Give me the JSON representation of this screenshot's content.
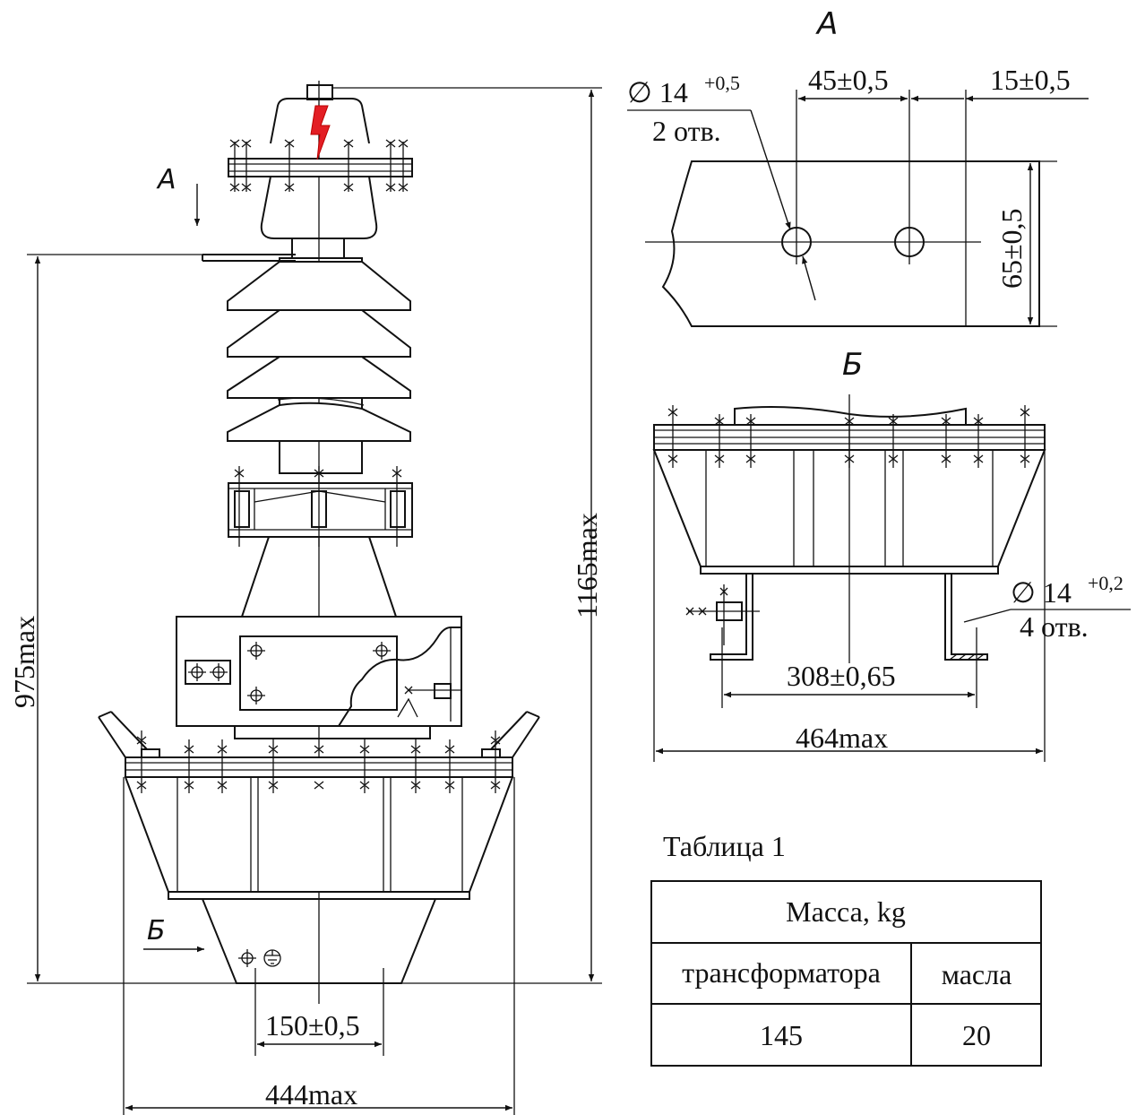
{
  "main_view": {
    "height_total": "1165max",
    "height_base": "975max",
    "base_holes": "150±0,5",
    "width": "444max",
    "arrow_a": "A",
    "arrow_b": "Б"
  },
  "view_a": {
    "title": "A",
    "hole_dia": "∅ 14",
    "hole_tol": "+0,5",
    "hole_count": "2 отв.",
    "spacing": "45±0,5",
    "edge": "15±0,5",
    "height": "65±0,5"
  },
  "view_b": {
    "title": "Б",
    "hole_dia": "∅ 14",
    "hole_tol": "+0,2",
    "hole_count": "4 отв.",
    "spacing": "308±0,65",
    "width": "464max"
  },
  "table": {
    "caption": "Таблица 1",
    "header": "Масса, kg",
    "col1": "трансформатора",
    "col2": "масла",
    "val1": "145",
    "val2": "20"
  },
  "colors": {
    "line": "#111111",
    "hazard": "#e31e24"
  }
}
